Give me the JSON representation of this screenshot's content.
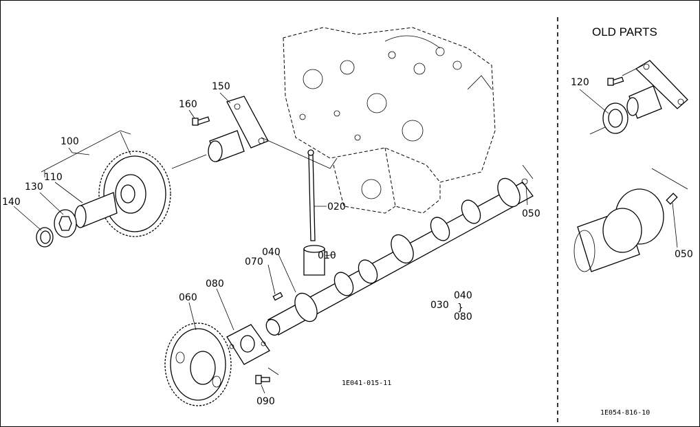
{
  "callouts": {
    "p010": "010",
    "p020": "020",
    "p030": "030",
    "p040": "040",
    "p040b": "040",
    "p050": "050",
    "p060": "060",
    "p070": "070",
    "p080": "080",
    "p080b": "080",
    "p090": "090",
    "p100": "100",
    "p110": "110",
    "p130": "130",
    "p140": "140",
    "p150": "150",
    "p160": "160",
    "p120_old": "120",
    "p050_old": "050"
  },
  "brace_symbol": "}",
  "old_parts_title": "OLD PARTS",
  "drawing_number_main": "1E041-015-11",
  "drawing_number_old": "1E054-816-10"
}
